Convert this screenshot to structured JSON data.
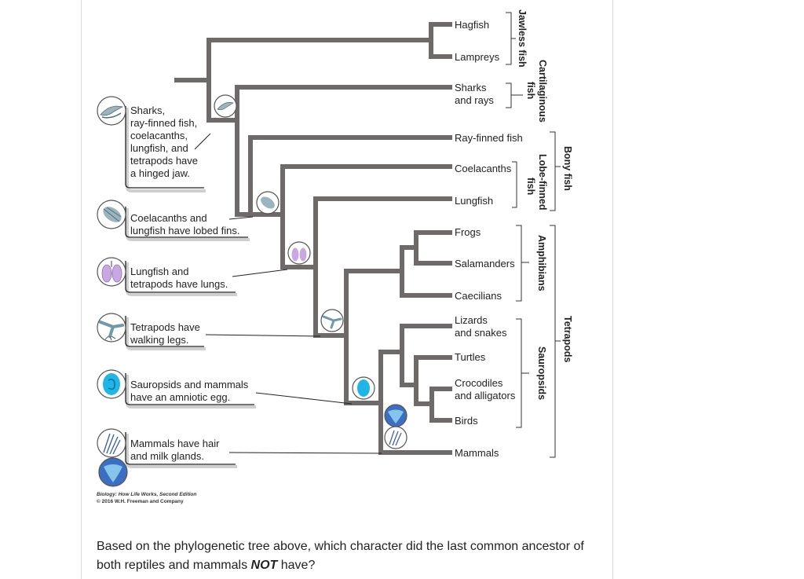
{
  "colors": {
    "branch": "#6d6a69",
    "callout_shadow": "#cfcfcf",
    "icon_gray": "#9cb4bd",
    "lung_purple": "#c8a8e0",
    "egg_cyan": "#1fb6e6",
    "mammal_blue": "#3a6fc4",
    "bracket": "#333333"
  },
  "taxa": {
    "hagfish": "Hagfish",
    "lampreys": "Lampreys",
    "sharks_1": "Sharks",
    "sharks_2": "and rays",
    "ray_finned": "Ray-finned fish",
    "coelacanths": "Coelacanths",
    "lungfish": "Lungfish",
    "frogs": "Frogs",
    "salamanders": "Salamanders",
    "caecilians": "Caecilians",
    "lizards_1": "Lizards",
    "lizards_2": "and snakes",
    "turtles": "Turtles",
    "croc_1": "Crocodiles",
    "croc_2": "and alligators",
    "birds": "Birds",
    "mammals": "Mammals"
  },
  "groups": {
    "jawless": "Jawless fish",
    "cartilaginous_1": "Cartilaginous",
    "cartilaginous_2": "fish",
    "lobe_1": "Lobe-finned",
    "lobe_2": "fish",
    "bony": "Bony fish",
    "amphibians": "Amphibians",
    "sauropsids": "Sauropsids",
    "tetrapods": "Tetrapods"
  },
  "characters": {
    "jaw": [
      "Sharks,",
      "ray-finned fish,",
      "coelacanths,",
      "lungfish, and",
      "tetrapods have",
      "a hinged jaw."
    ],
    "lobed": [
      "Coelacanths and",
      "lungfish have lobed fins."
    ],
    "lungs": [
      "Lungfish and",
      "tetrapods have lungs."
    ],
    "legs": [
      "Tetrapods have",
      "walking legs."
    ],
    "egg": [
      "Sauropsids and mammals",
      "have an amniotic egg."
    ],
    "hair": [
      "Mammals have hair",
      "and milk glands."
    ]
  },
  "icons": {
    "jaw": "jaw-icon",
    "lobed": "lobed-fin-icon",
    "lungs": "lungs-icon",
    "legs": "walking-leg-icon",
    "egg": "amniotic-egg-icon",
    "hair": "hair-icon",
    "milk": "milk-gland-icon"
  },
  "credit": {
    "line1": "Biology: How Life Works, Second Edition",
    "line2": "© 2016 W.H. Freeman and Company"
  },
  "question": {
    "part1": "Based on the phylogenetic tree above, which character did the last common ancestor of both reptiles and mammals ",
    "emph": "NOT",
    "part2": " have?"
  }
}
